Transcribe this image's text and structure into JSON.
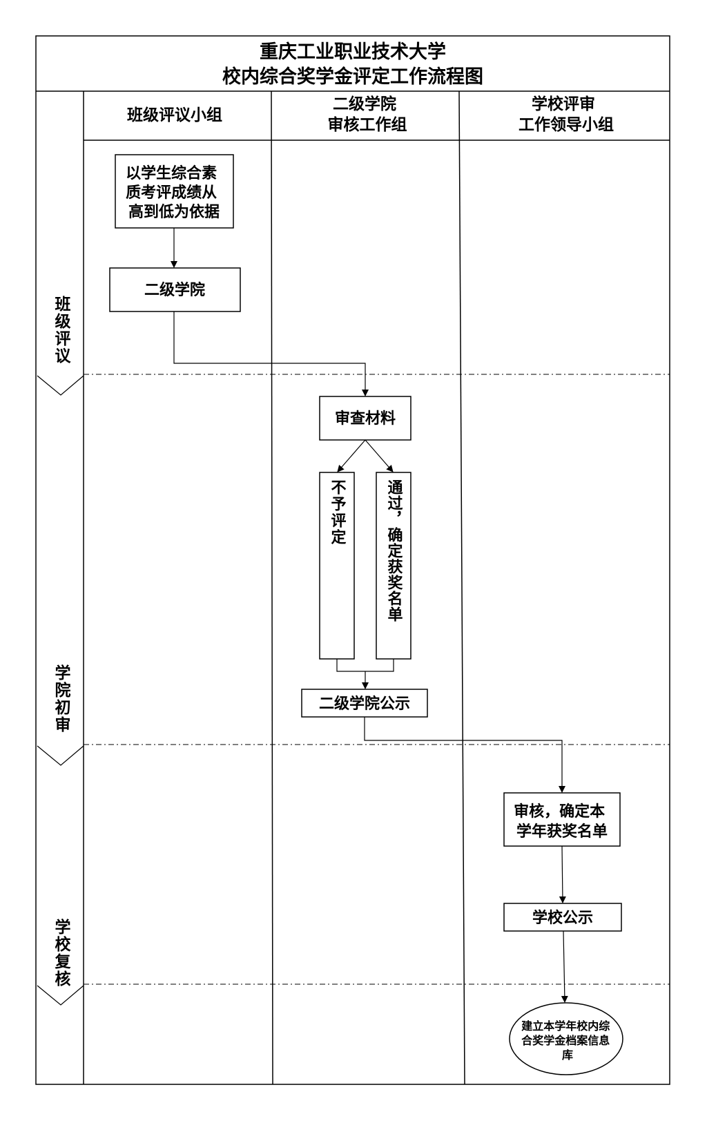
{
  "title": {
    "line1": "重庆工业职业技术大学",
    "line2": "校内综合奖学金评定工作流程图"
  },
  "lanes": [
    {
      "lines": [
        "班级评议小组"
      ]
    },
    {
      "lines": [
        "二级学院",
        "审核工作组"
      ]
    },
    {
      "lines": [
        "学校评审",
        "工作领导小组"
      ]
    }
  ],
  "phases": [
    {
      "label": "班级评议"
    },
    {
      "label": "学院初审"
    },
    {
      "label": "学校复核"
    }
  ],
  "nodes": {
    "criteria": {
      "lines": [
        "以学生综合素",
        "质考评成绩从",
        "高到低为依据"
      ]
    },
    "to_college": {
      "lines": [
        "二级学院"
      ]
    },
    "review_materials": {
      "lines": [
        "审查材料"
      ]
    },
    "not_rated": {
      "vertical": "不予评定"
    },
    "passed": {
      "vertical": "通过，确定获奖名单"
    },
    "college_publicity": {
      "lines": [
        "二级学院公示"
      ]
    },
    "school_review": {
      "lines": [
        "审核，确定本",
        "学年获奖名单"
      ]
    },
    "school_publicity": {
      "lines": [
        "学校公示"
      ]
    },
    "archive": {
      "lines": [
        "建立本学年校内综",
        "合奖学金档案信息",
        "库"
      ]
    }
  }
}
